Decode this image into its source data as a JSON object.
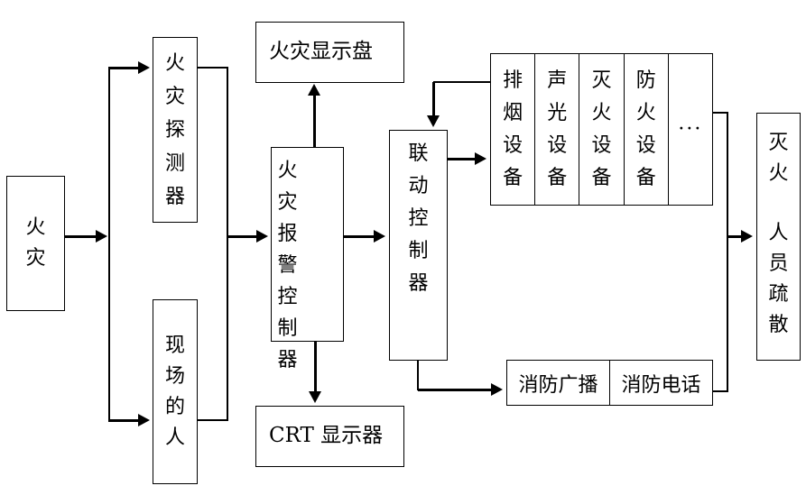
{
  "diagram": {
    "colors": {
      "line": "#000000",
      "background": "#ffffff"
    },
    "nodes": {
      "fire": {
        "label": "火灾"
      },
      "fire_detector": {
        "label": "火灾探测器"
      },
      "onsite_people": {
        "label": "现场的人"
      },
      "fire_display_panel": {
        "label": "火灾显示盘"
      },
      "fire_alarm_controller": {
        "label": "火灾报警控制器"
      },
      "crt_display": {
        "label": "CRT 显示器"
      },
      "linkage_controller": {
        "label": "联动控制器"
      },
      "equipment": {
        "columns": [
          "排烟设备",
          "声光设备",
          "灭火设备",
          "防火设备",
          "···"
        ]
      },
      "fire_broadcast": {
        "label": "消防广播"
      },
      "fire_telephone": {
        "label": "消防电话"
      },
      "evacuation": {
        "label_top": "灭火",
        "label_bottom": "人员疏散"
      }
    }
  }
}
